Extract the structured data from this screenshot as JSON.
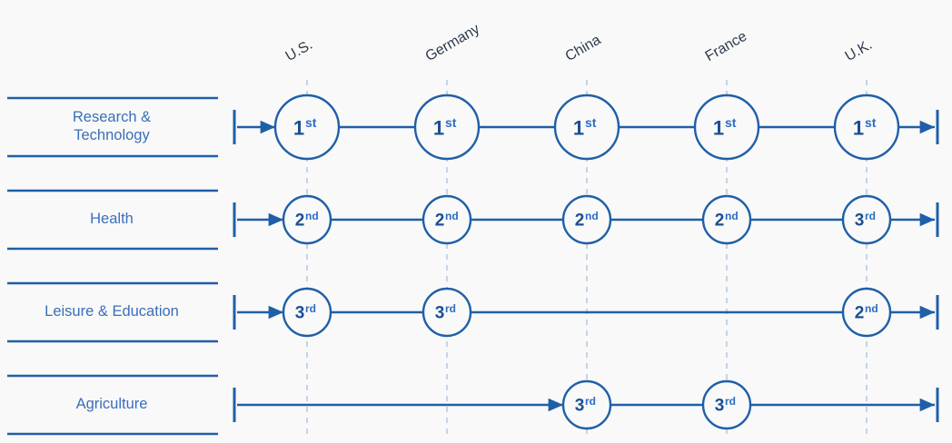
{
  "background": "#f9f9f9",
  "colors": {
    "rule": "#1f5fa8",
    "axis": "#1f5fa8",
    "circle_stroke": "#1f5fa8",
    "rank_number": "#1b4f92",
    "rank_suffix": "#2a6cc4",
    "category_label": "#3a6fb8",
    "column_header": "#2d3a4e",
    "guide": "#c5d4e6"
  },
  "chart_data": {
    "type": "table",
    "title": "",
    "xlabel": "",
    "ylabel": "",
    "legend": [],
    "grid": true,
    "columns": [
      "U.S.",
      "Germany",
      "China",
      "France",
      "U.K."
    ],
    "rows": [
      {
        "category": "Research & Technology",
        "category_lines": [
          "Research &",
          "Technology"
        ],
        "ranks": [
          "1st",
          "1st",
          "1st",
          "1st",
          "1st"
        ],
        "rank_values": [
          1,
          1,
          1,
          1,
          1
        ]
      },
      {
        "category": "Health",
        "category_lines": [
          "Health"
        ],
        "ranks": [
          "2nd",
          "2nd",
          "2nd",
          "2nd",
          "3rd"
        ],
        "rank_values": [
          2,
          2,
          2,
          2,
          3
        ]
      },
      {
        "category": "Leisure & Education",
        "category_lines": [
          "Leisure & Education"
        ],
        "ranks": [
          "3rd",
          "3rd",
          null,
          null,
          "2nd"
        ],
        "rank_values": [
          3,
          3,
          null,
          null,
          2
        ]
      },
      {
        "category": "Agriculture",
        "category_lines": [
          "Agriculture"
        ],
        "ranks": [
          null,
          null,
          "3rd",
          "3rd",
          null
        ],
        "rank_values": [
          null,
          null,
          3,
          3,
          null
        ]
      }
    ]
  },
  "rank_glyphs": {
    "1st": {
      "num": "1",
      "sup": "st"
    },
    "2nd": {
      "num": "2",
      "sup": "nd"
    },
    "3rd": {
      "num": "3",
      "sup": "rd"
    }
  }
}
